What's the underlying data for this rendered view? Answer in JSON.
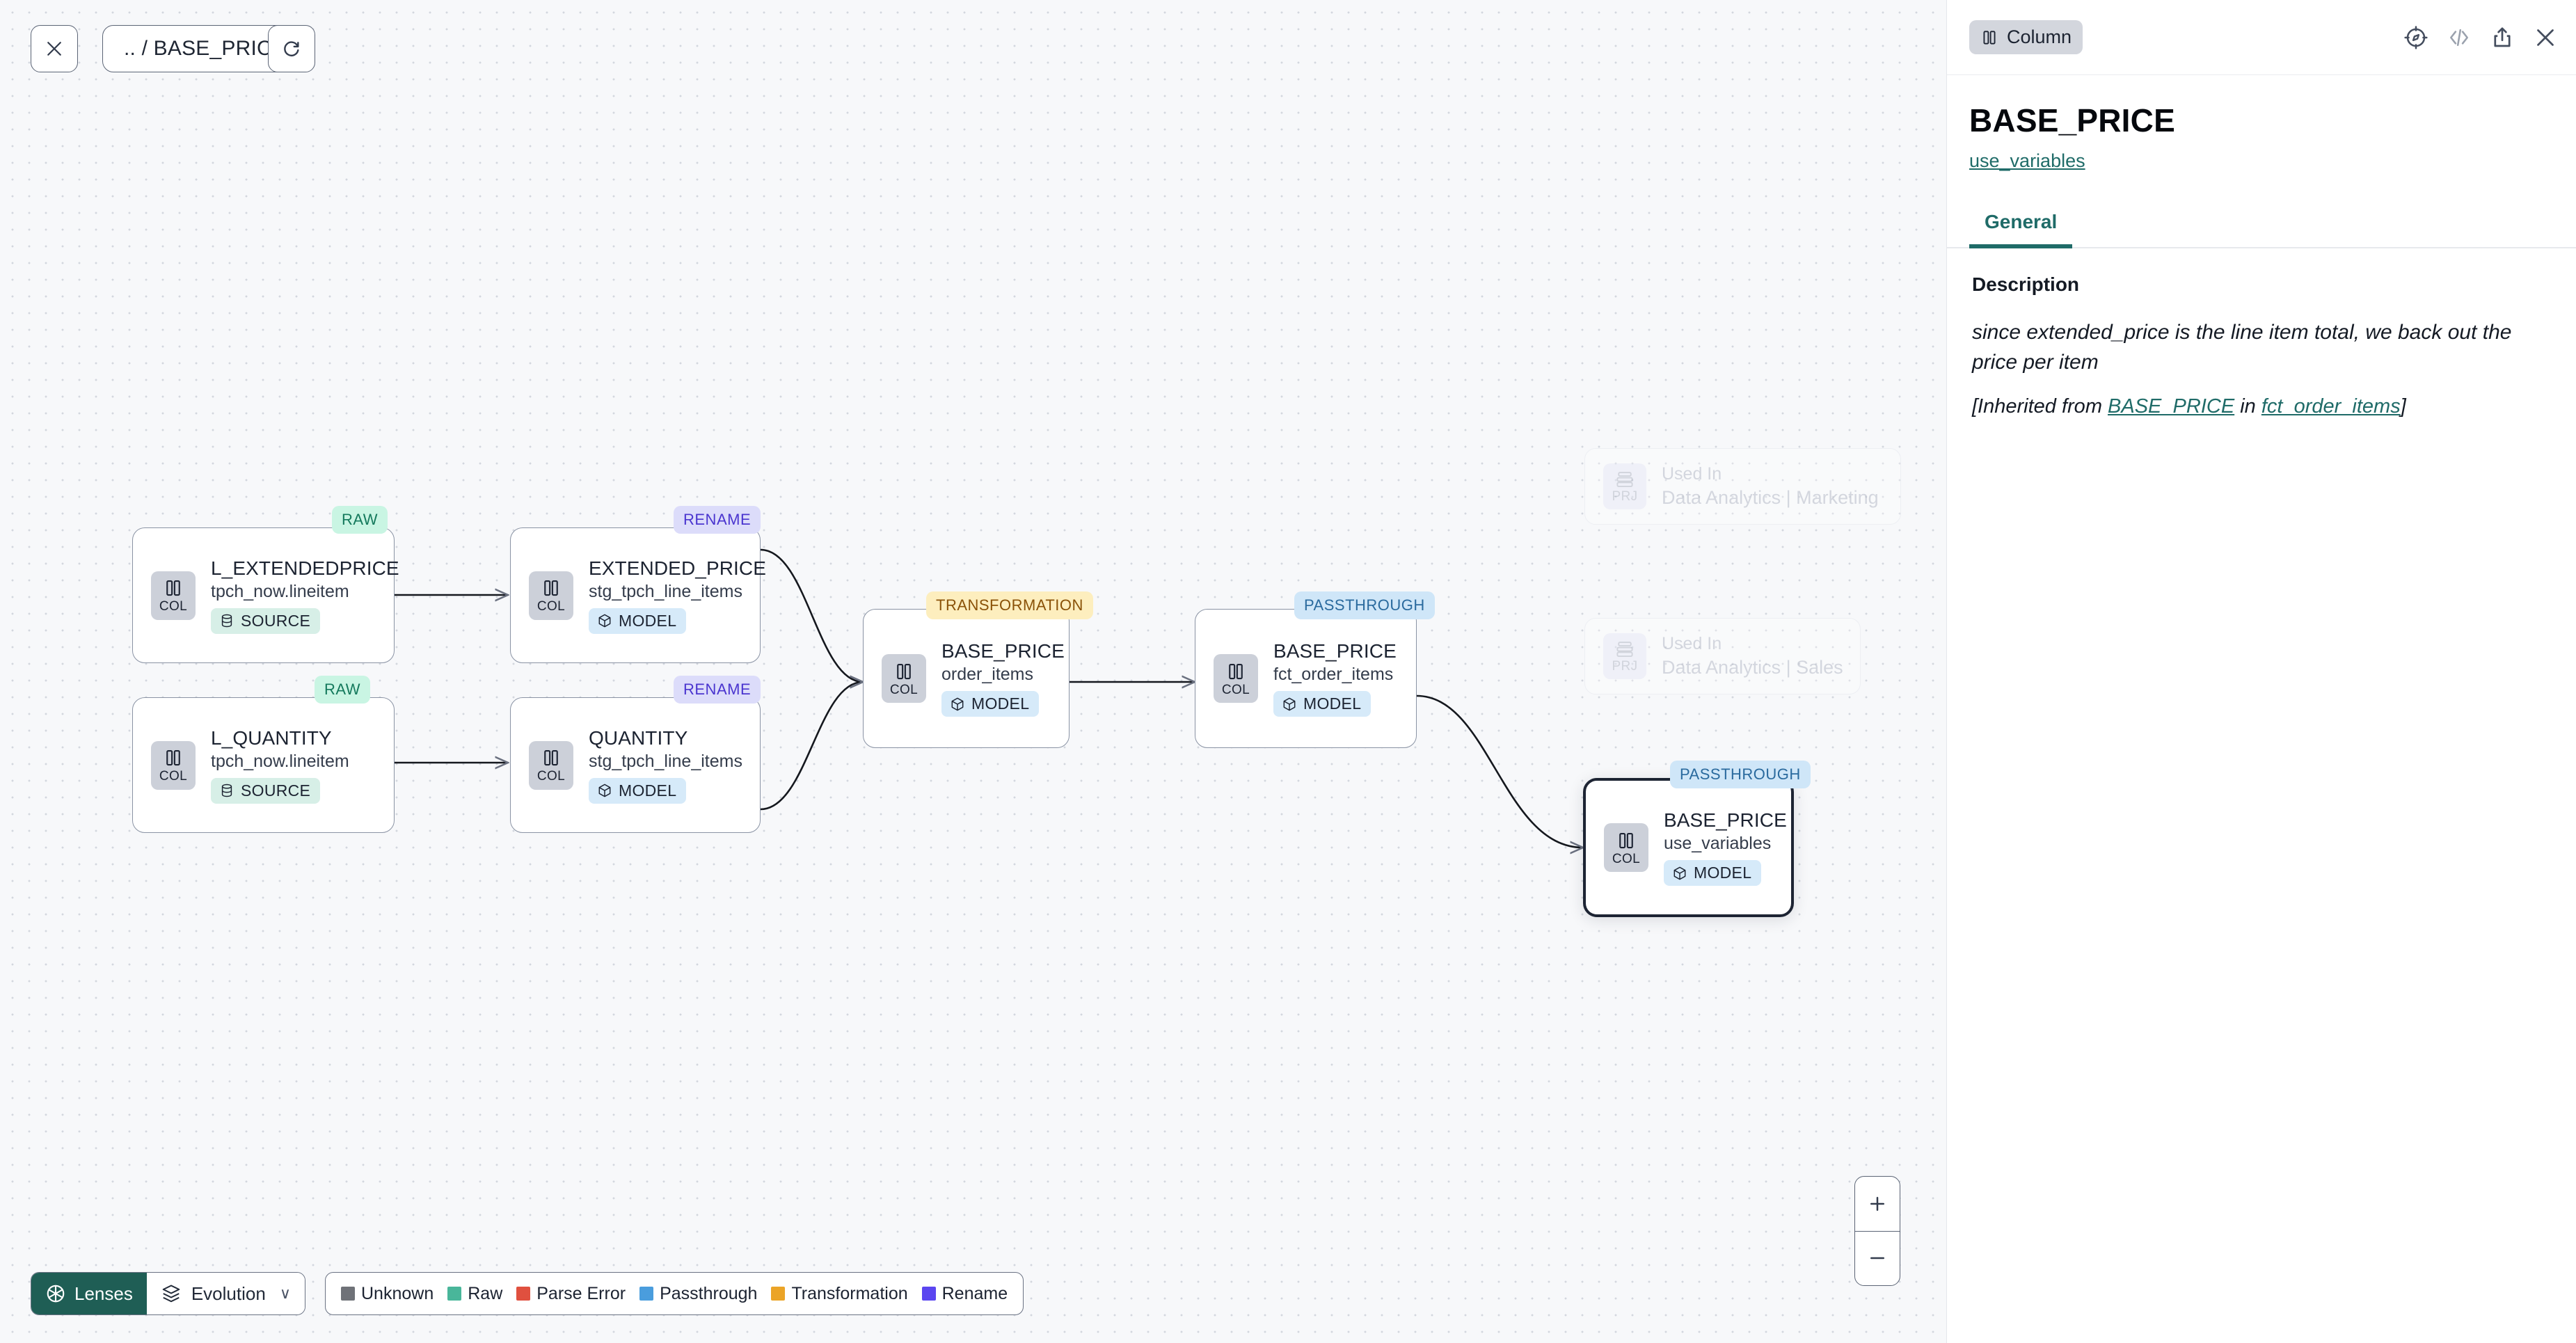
{
  "toolbar": {
    "close_icon": "close-icon",
    "breadcrumb": ".. / BASE_PRICE",
    "refresh_icon": "refresh-icon"
  },
  "graph": {
    "nodes": [
      {
        "id": "l_extendedprice",
        "title": "L_EXTENDEDPRICE",
        "subtitle": "tpch_now.lineitem",
        "badge": "COL",
        "chip": "SOURCE",
        "chip_kind": "source",
        "tag": "RAW",
        "tag_kind": "raw",
        "selected": false
      },
      {
        "id": "l_quantity",
        "title": "L_QUANTITY",
        "subtitle": "tpch_now.lineitem",
        "badge": "COL",
        "chip": "SOURCE",
        "chip_kind": "source",
        "tag": "RAW",
        "tag_kind": "raw",
        "selected": false
      },
      {
        "id": "extended_price",
        "title": "EXTENDED_PRICE",
        "subtitle": "stg_tpch_line_items",
        "badge": "COL",
        "chip": "MODEL",
        "chip_kind": "model",
        "tag": "RENAME",
        "tag_kind": "rename",
        "selected": false
      },
      {
        "id": "quantity",
        "title": "QUANTITY",
        "subtitle": "stg_tpch_line_items",
        "badge": "COL",
        "chip": "MODEL",
        "chip_kind": "model",
        "tag": "RENAME",
        "tag_kind": "rename",
        "selected": false
      },
      {
        "id": "base_price_order_items",
        "title": "BASE_PRICE",
        "subtitle": "order_items",
        "badge": "COL",
        "chip": "MODEL",
        "chip_kind": "model",
        "tag": "TRANSFORMATION",
        "tag_kind": "transformation",
        "selected": false
      },
      {
        "id": "base_price_fct_order_items",
        "title": "BASE_PRICE",
        "subtitle": "fct_order_items",
        "badge": "COL",
        "chip": "MODEL",
        "chip_kind": "model",
        "tag": "PASSTHROUGH",
        "tag_kind": "passthrough",
        "selected": false
      },
      {
        "id": "base_price_use_variables",
        "title": "BASE_PRICE",
        "subtitle": "use_variables",
        "badge": "COL",
        "chip": "MODEL",
        "chip_kind": "model",
        "tag": "PASSTHROUGH",
        "tag_kind": "passthrough",
        "selected": true
      }
    ],
    "ghost_nodes": [
      {
        "id": "used_in_marketing",
        "badge": "PRJ",
        "label": "Used In",
        "name": "Data Analytics | Marketing"
      },
      {
        "id": "used_in_sales",
        "badge": "PRJ",
        "label": "Used In",
        "name": "Data Analytics | Sales"
      }
    ]
  },
  "bottom_bar": {
    "lenses_label": "Lenses",
    "lenses_icon": "aperture-icon",
    "evolution_label": "Evolution",
    "evolution_icon": "layers-icon",
    "evolution_chevron": "∨",
    "legend": [
      {
        "label": "Unknown",
        "color": "#6f7278"
      },
      {
        "label": "Raw",
        "color": "#49b69a"
      },
      {
        "label": "Parse Error",
        "color": "#e0503f"
      },
      {
        "label": "Passthrough",
        "color": "#4a9ddd"
      },
      {
        "label": "Transformation",
        "color": "#eba427"
      },
      {
        "label": "Rename",
        "color": "#5b46f0"
      }
    ]
  },
  "zoom_controls": {
    "zoom_in": "+",
    "zoom_out": "–"
  },
  "panel": {
    "type_badge": "Column",
    "type_icon": "column-icon",
    "actions": [
      "compass-icon",
      "code-icon",
      "share-icon",
      "close-icon"
    ],
    "title": "BASE_PRICE",
    "model_link": "use_variables",
    "tabs": [
      {
        "label": "General",
        "active": true
      }
    ],
    "description_label": "Description",
    "description_text": "since extended_price is the line item total, we back out the price per item",
    "inherited_prefix": "[Inherited from ",
    "inherited_column": "BASE_PRICE",
    "inherited_middle": " in ",
    "inherited_model": "fct_order_items",
    "inherited_suffix": "]"
  }
}
